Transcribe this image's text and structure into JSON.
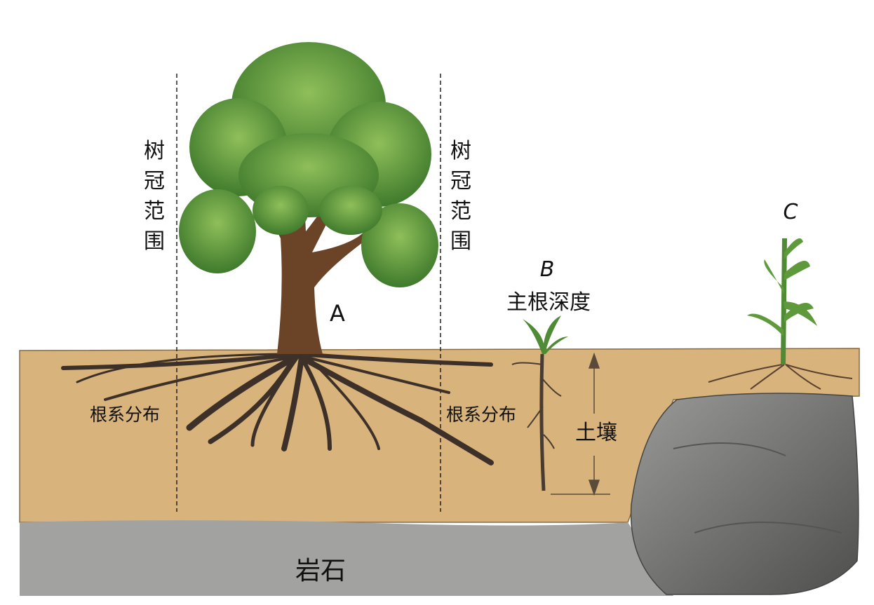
{
  "labels": {
    "canopy_left": [
      "树",
      "冠",
      "范",
      "围"
    ],
    "canopy_right": [
      "树",
      "冠",
      "范",
      "围"
    ],
    "tree_a": "A",
    "plant_b": "B",
    "taproot_depth": "主根深度",
    "plant_c": "C",
    "root_spread_left": "根系分布",
    "root_spread_right": "根系分布",
    "soil": "土壤",
    "rock": "岩石"
  },
  "colors": {
    "soil": "#d8b47c",
    "rock": "#a2a2a0",
    "boulder": "#7d7d7b",
    "foliage": "#4f8a34",
    "trunk": "#6b4428",
    "roots": "#3c3028"
  }
}
